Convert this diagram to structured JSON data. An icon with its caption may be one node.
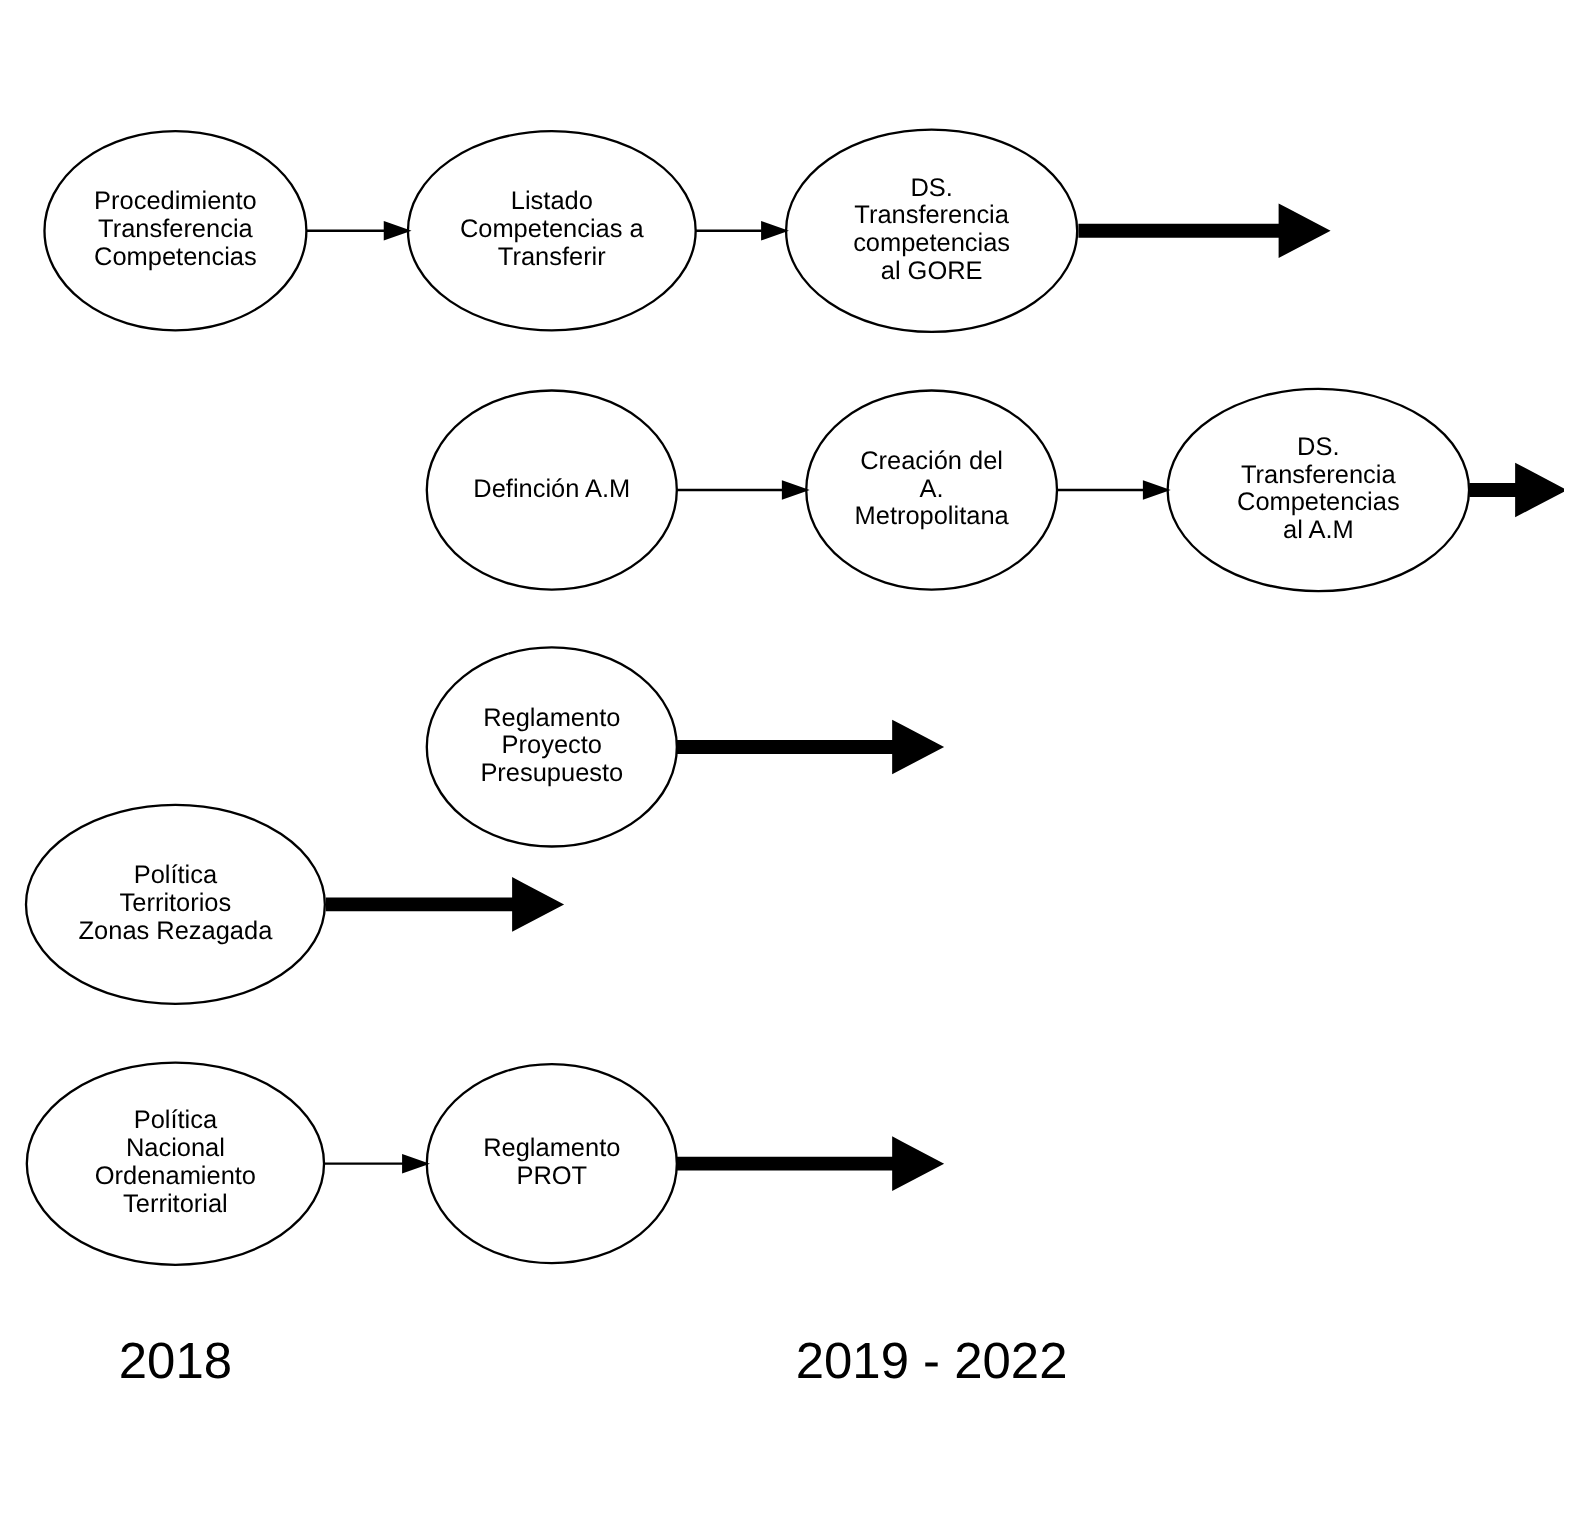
{
  "diagram": {
    "nodes": [
      {
        "text": [
          "Política Nacional Ordenamiento Territorial"
        ]
      },
      {
        "text": [
          "Reglamento PROT"
        ]
      },
      {
        "text": [
          "Política Territorios Zonas Rezagada"
        ]
      },
      {
        "text": [
          "Reglamento Proyecto Presupuesto"
        ]
      },
      {
        "text": [
          "Definción A.M"
        ]
      },
      {
        "text": [
          "Creación del A. Metropolitana"
        ]
      },
      {
        "text": [
          "DS. Transferencia Competencias al A.M"
        ]
      },
      {
        "text": [
          "Procedimiento Transferencia Competencias"
        ]
      },
      {
        "text": [
          "Listado Competencias a Transferir"
        ]
      },
      {
        "text": [
          "DS. Transferencia competencias al GORE"
        ]
      }
    ],
    "edges": [
      {
        "from": 0,
        "to": 1,
        "arrow": "to"
      },
      {
        "from": 1,
        "to": null,
        "arrow": "to",
        "style": "thick"
      },
      {
        "from": 2,
        "to": null,
        "arrow": "to",
        "style": "thick"
      },
      {
        "from": 3,
        "to": null,
        "arrow": "to",
        "style": "thick"
      },
      {
        "from": 4,
        "to": 5,
        "arrow": "to"
      },
      {
        "from": 5,
        "to": 6,
        "arrow": "to"
      },
      {
        "from": 6,
        "to": null,
        "arrow": "to",
        "style": "thick"
      },
      {
        "from": 7,
        "to": 8,
        "arrow": "to"
      },
      {
        "from": 8,
        "to": 9,
        "arrow": "to"
      },
      {
        "from": 9,
        "to": null,
        "arrow": "to",
        "style": "thick"
      }
    ],
    "labels": [
      "2018",
      "2019 - 2022"
    ]
  }
}
